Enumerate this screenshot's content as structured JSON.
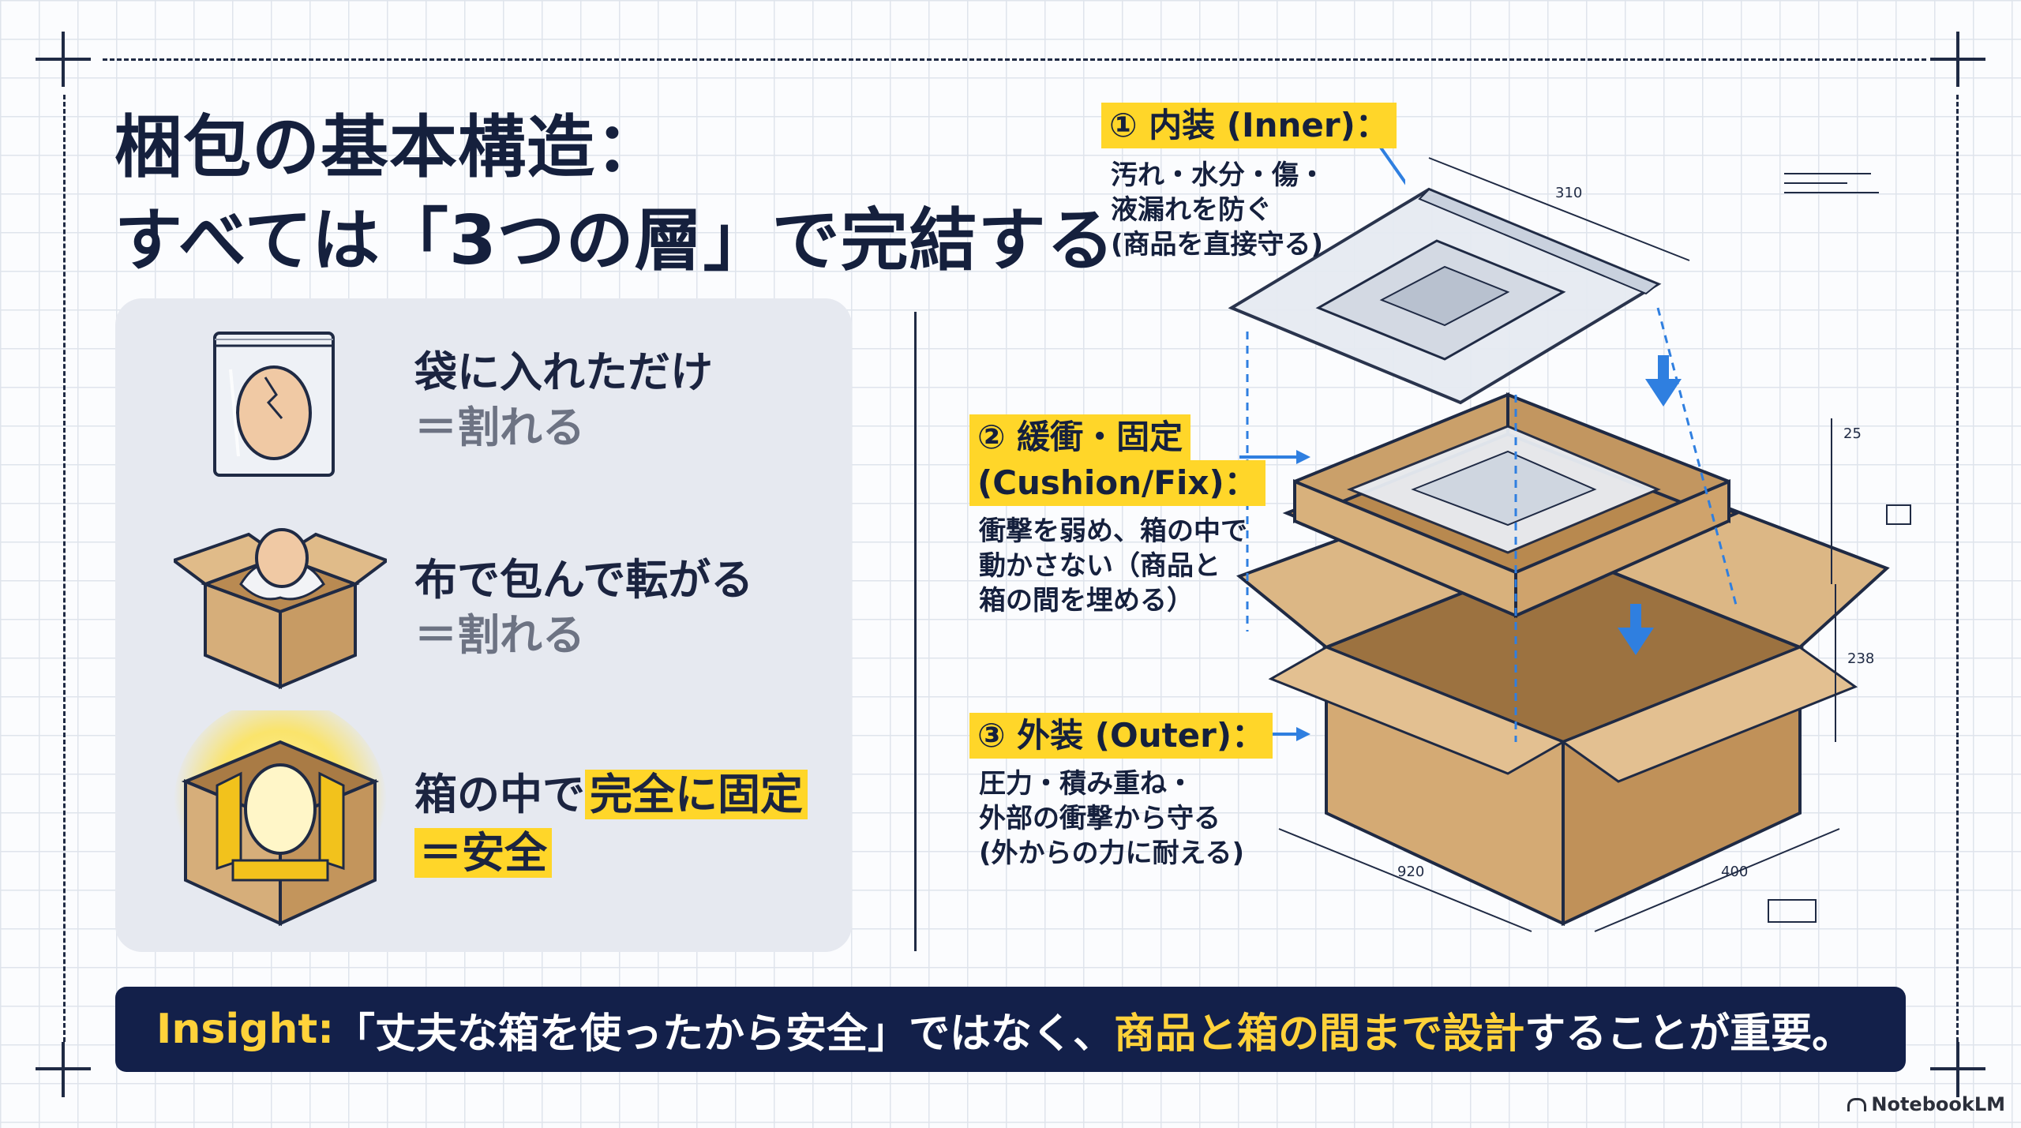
{
  "title": {
    "line1": "梱包の基本構造：",
    "line2": "すべては「3つの層」で完結する"
  },
  "examples": [
    {
      "line1": "袋に入れただけ",
      "line2": "＝割れる",
      "icon": "egg-in-bag-icon"
    },
    {
      "line1": "布で包んで転がる",
      "line2": "＝割れる",
      "icon": "egg-in-box-icon"
    },
    {
      "line1_a": "箱の中で",
      "line1_b": "完全に固定",
      "line2": "＝安全",
      "icon": "egg-fixed-icon"
    }
  ],
  "layers": [
    {
      "label": "① 内装 (Inner)：",
      "desc": [
        "汚れ・水分・傷・",
        "液漏れを防ぐ",
        "(商品を直接守る)"
      ]
    },
    {
      "label1": "② 緩衝・固定",
      "label2": "(Cushion/Fix)：",
      "desc": [
        "衝撃を弱め、箱の中で",
        "動かさない（商品と",
        "箱の間を埋める）"
      ]
    },
    {
      "label": "③ 外装 (Outer)：",
      "desc": [
        "圧力・積み重ね・",
        "外部の衝撃から守る",
        "(外からの力に耐える)"
      ]
    }
  ],
  "dimensions": {
    "top": "310",
    "side_small": "25",
    "side_large": "238",
    "bottom_left": "920",
    "bottom_right": "400"
  },
  "insight": {
    "prefix": "Insight: ",
    "part1": "「丈夫な箱を使ったから安全」ではなく、",
    "part2": "商品と箱の間まで設計",
    "part3": "することが重要。"
  },
  "brand": "NotebookLM",
  "colors": {
    "accent_yellow": "#ffd629",
    "navy": "#13204a",
    "arrow_blue": "#2f7fe0",
    "cardboard": "#c9a06a"
  }
}
